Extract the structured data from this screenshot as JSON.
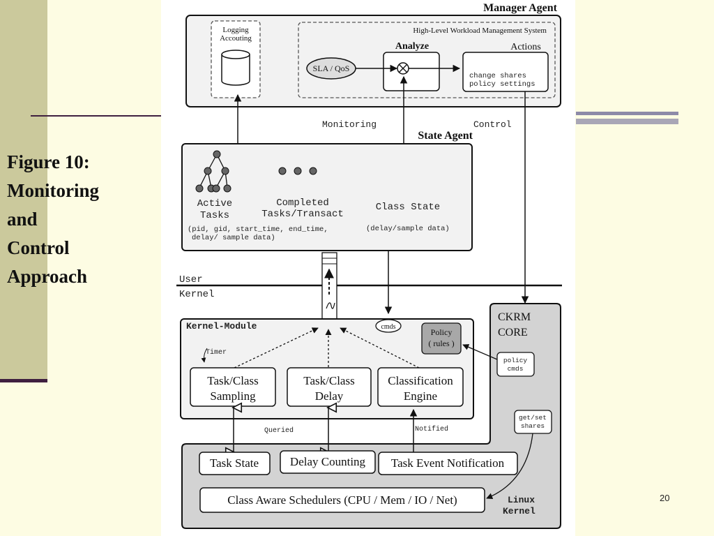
{
  "slide": {
    "caption_lines": [
      "Figure 10:",
      "Monitoring",
      "and",
      "Control",
      "Approach"
    ],
    "page_number": "20"
  },
  "diagram": {
    "manager_agent": {
      "title": "Manager Agent",
      "logging_line1": "Logging",
      "logging_line2": "Accouting",
      "hlwms_title": "High-Level Workload Management System",
      "analyze": "Analyze",
      "actions": "Actions",
      "sla_qos": "SLA / QoS",
      "change_line1": "change shares",
      "change_line2": "policy settings"
    },
    "monitoring_label": "Monitoring",
    "control_label": "Control",
    "state_agent": {
      "title": "State Agent",
      "active_line1": "Active",
      "active_line2": "Tasks",
      "completed_line1": "Completed",
      "completed_line2": "Tasks/Transact",
      "class_state": "Class State",
      "params_line1": "(pid, gid, start_time, end_time,",
      "params_line2": "delay/ sample data)",
      "class_params": "(delay/sample data)"
    },
    "user_label": "User",
    "kernel_label": "Kernel",
    "kernel_module": {
      "title": "Kernel-Module",
      "cmds": "cmds",
      "policy_line1": "Policy",
      "policy_line2": "( rules )",
      "timer": "Timer",
      "sampling_line1": "Task/Class",
      "sampling_line2": "Sampling",
      "delay_line1": "Task/Class",
      "delay_line2": "Delay",
      "classification_line1": "Classification",
      "classification_line2": "Engine"
    },
    "ckrm": {
      "line1": "CKRM",
      "line2": "CORE",
      "policy_cmds_line1": "policy",
      "policy_cmds_line2": "cmds",
      "getset_line1": "get/set",
      "getset_line2": "shares"
    },
    "queried": "Queried",
    "notified": "Notified",
    "linux_kernel": {
      "task_state": "Task State",
      "delay_counting": "Delay Counting",
      "task_event": "Task Event Notification",
      "schedulers": "Class Aware Schedulers (CPU / Mem / IO / Net)",
      "linux_line1": "Linux",
      "linux_line2": "Kernel"
    }
  }
}
